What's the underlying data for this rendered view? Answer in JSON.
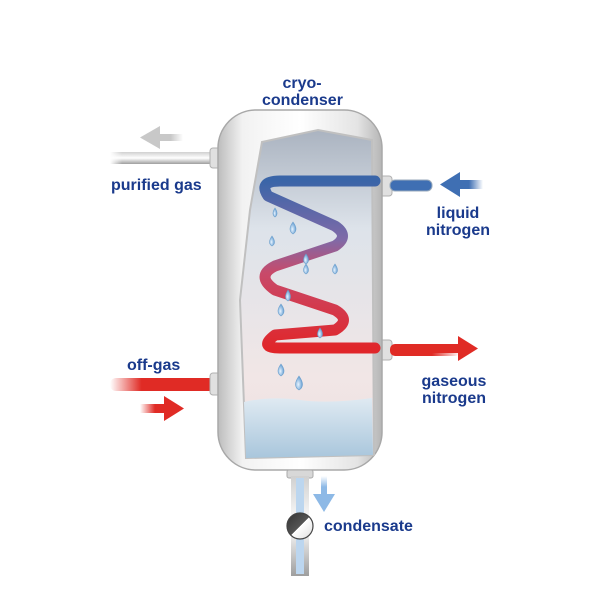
{
  "diagram": {
    "title": "cryo-condenser process diagram",
    "labels": {
      "vessel_line1": "cryo-",
      "vessel_line2": "condenser",
      "purified_gas": "purified gas",
      "liquid_nitrogen_line1": "liquid",
      "liquid_nitrogen_line2": "nitrogen",
      "off_gas": "off-gas",
      "gaseous_nitrogen_line1": "gaseous",
      "gaseous_nitrogen_line2": "nitrogen",
      "condensate": "condensate"
    },
    "flows": [
      {
        "name": "purified gas",
        "direction": "out-left",
        "color": "#bdbdbd"
      },
      {
        "name": "liquid nitrogen",
        "direction": "in-left",
        "color": "#3f6fb3"
      },
      {
        "name": "off-gas",
        "direction": "in-right",
        "color": "#e02b25"
      },
      {
        "name": "gaseous nitrogen",
        "direction": "out-right",
        "color": "#e02b25"
      },
      {
        "name": "condensate",
        "direction": "down",
        "color": "#8db9e6"
      }
    ],
    "colors": {
      "label_text": "#1a3a8c",
      "cold": "#3f6fb3",
      "hot": "#e02b25",
      "shell": "#e6e6e6"
    }
  }
}
